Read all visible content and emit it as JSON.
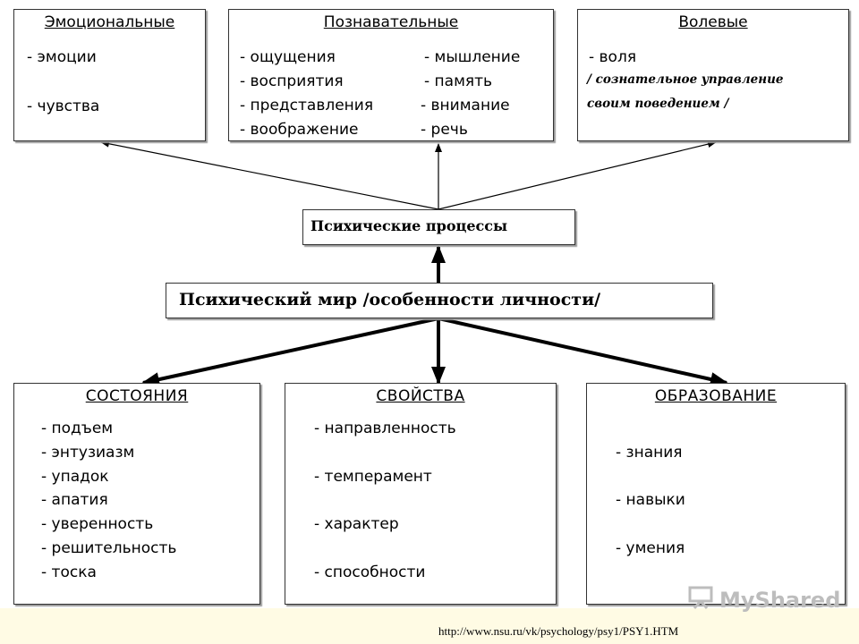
{
  "top_boxes": {
    "emotional": {
      "title": "Эмоциональные",
      "items": [
        "-  эмоции",
        "-  чувства"
      ]
    },
    "cognitive": {
      "title": "Познавательные",
      "left_items": [
        "- ощущения",
        "- восприятия",
        "- представления",
        "- воображение"
      ],
      "right_items": [
        "- мышление",
        "- память",
        "- внимание",
        "- речь"
      ]
    },
    "volitional": {
      "title": "Волевые",
      "item": "-  воля",
      "note_line1": "/ сознательное управление",
      "note_line2": "своим поведением /"
    }
  },
  "processes": {
    "label": "Психические процессы"
  },
  "world": {
    "label": "Психический мир /особенности личности/"
  },
  "bottom_boxes": {
    "states": {
      "title": "СОСТОЯНИЯ",
      "items": [
        "-  подъем",
        "-  энтузиазм",
        "-  упадок",
        "-  апатия",
        "-  уверенность",
        "-  решительность",
        "-  тоска"
      ]
    },
    "properties": {
      "title": "СВОЙСТВА",
      "items": [
        "-  направленность",
        "-  темперамент",
        "-  характер",
        "-  способности"
      ]
    },
    "education": {
      "title": "ОБРАЗОВАНИЕ",
      "items": [
        "-  знания",
        "-  навыки",
        "-  умения"
      ]
    }
  },
  "footer": {
    "url": "http://www.nsu.ru/vk/psychology/psy1/PSY1.HTM",
    "watermark": "MyShared",
    "watermark_icon": "presentation-board-icon"
  }
}
